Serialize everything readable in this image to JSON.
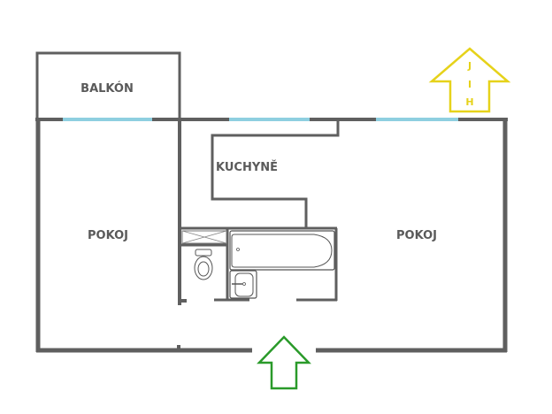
{
  "floor_plan": {
    "rooms": [
      {
        "id": "balcony",
        "label": "BALKÓN"
      },
      {
        "id": "kitchen",
        "label": "KUCHYNĚ"
      },
      {
        "id": "room-left",
        "label": "POKOJ"
      },
      {
        "id": "room-right",
        "label": "POKOJ"
      }
    ],
    "compass": {
      "direction_label": "JIH",
      "letters": [
        "J",
        "I",
        "H"
      ],
      "color": "#e6d21a"
    },
    "entrance_arrow": {
      "color": "#2a9a2a"
    },
    "colors": {
      "wall": "#5f5f5f",
      "window": "#8ecfe0",
      "label": "#5a5a5a"
    },
    "fixtures": [
      "bathtub",
      "sink",
      "toilet",
      "shower-tray"
    ]
  }
}
